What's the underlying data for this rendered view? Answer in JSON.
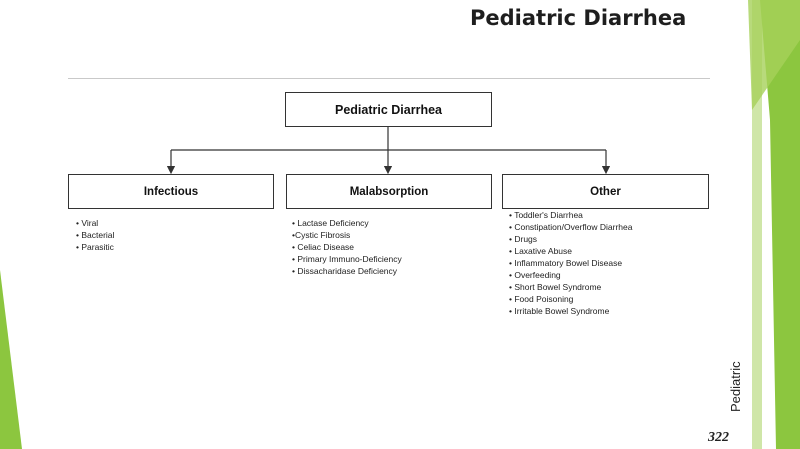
{
  "slide": {
    "title": "Pediatric Diarrhea",
    "side_label": "Pediatric",
    "page_number": "322",
    "accent_color": "#8cc63f"
  },
  "diagram": {
    "root": "Pediatric Diarrhea",
    "categories": [
      {
        "label": "Infectious",
        "items": [
          "Viral",
          "Bacterial",
          "Parasitic"
        ]
      },
      {
        "label": "Malabsorption",
        "items": [
          "Lactase Deficiency",
          "Cystic Fibrosis",
          "Celiac Disease",
          "Primary Immuno-Deficiency",
          "Dissacharidase Deficiency"
        ]
      },
      {
        "label": "Other",
        "items": [
          "Toddler's Diarrhea",
          "Constipation/Overflow Diarrhea",
          "Drugs",
          "Laxative Abuse",
          "Inflammatory Bowel Disease",
          "Overfeeding",
          "Short Bowel Syndrome",
          "Food Poisoning",
          "Irritable Bowel Syndrome"
        ]
      }
    ]
  }
}
